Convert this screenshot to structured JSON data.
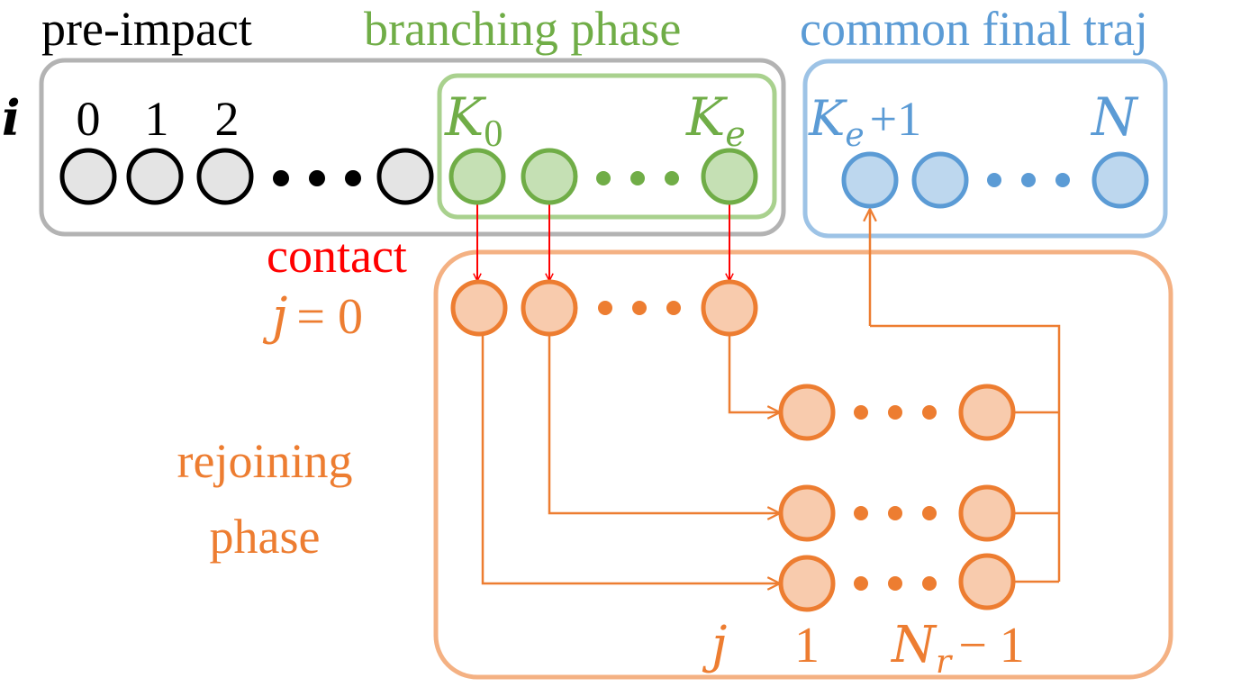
{
  "colors": {
    "black": "#000000",
    "gray_box": "#b3b3b3",
    "gray_fill": "#e4e4e4",
    "green": "#70ad47",
    "green_box": "#a9d18e",
    "green_fill": "#c5e0b4",
    "blue": "#5b9bd5",
    "blue_box": "#9dc3e6",
    "blue_fill": "#bdd7ee",
    "orange": "#ed7d31",
    "orange_box": "#f4b183",
    "orange_fill": "#f8cbad",
    "red": "#ff0000"
  },
  "labels": {
    "pre_impact": "pre-impact",
    "branching_phase": "branching phase",
    "common_final_traj": "common final traj",
    "contact": "contact",
    "rejoining_line1": "rejoining",
    "rejoining_line2": "phase"
  },
  "math": {
    "i": "i",
    "idx0": "0",
    "idx1": "1",
    "idx2": "2",
    "K": "K",
    "K0_sub": "0",
    "Ke_sub": "e",
    "plus_one": "+1",
    "N": "N",
    "j": "j",
    "j_eq": "= 0",
    "one": "1",
    "Nr": "N",
    "Nr_sub": "r",
    "minus_one": "− 1"
  }
}
